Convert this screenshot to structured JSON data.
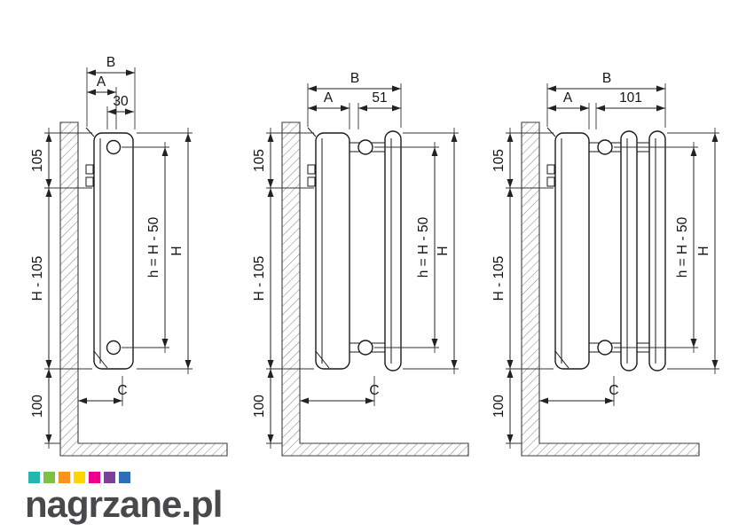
{
  "diagrams": [
    {
      "dims": {
        "B": "B",
        "A": "A",
        "depth": "30",
        "seg_top": "105",
        "seg_mid": "H - 105",
        "seg_bottom": "100",
        "inner_height": "h = H - 50",
        "total_height": "H",
        "wall_offset": "C"
      }
    },
    {
      "dims": {
        "B": "B",
        "A": "A",
        "depth": "51",
        "seg_top": "105",
        "seg_mid": "H - 105",
        "seg_bottom": "100",
        "inner_height": "h = H - 50",
        "total_height": "H",
        "wall_offset": "C"
      }
    },
    {
      "dims": {
        "B": "B",
        "A": "A",
        "depth": "101",
        "seg_top": "105",
        "seg_mid": "H - 105",
        "seg_bottom": "100",
        "inner_height": "h = H - 50",
        "total_height": "H",
        "wall_offset": "C"
      }
    }
  ],
  "logo": {
    "name": "nagrzane",
    "tld": ".pl",
    "squares": [
      "#25b6b0",
      "#7cc242",
      "#f7941e",
      "#ffd400",
      "#ec008c",
      "#7e3f98",
      "#2e6eb6"
    ]
  }
}
